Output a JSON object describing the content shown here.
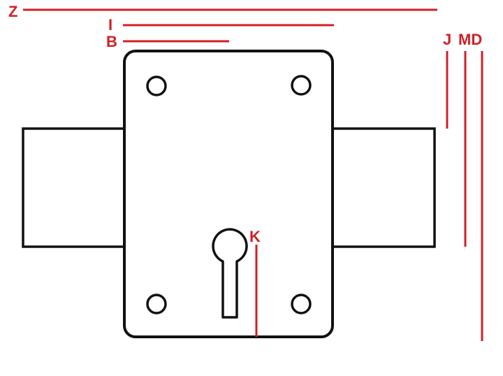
{
  "colors": {
    "outline": "#111111",
    "dimension": "#d11f26",
    "background": "#ffffff"
  },
  "labels": {
    "z": "Z",
    "i": "I",
    "b": "B",
    "j": "J",
    "md": "MD",
    "k": "K"
  }
}
